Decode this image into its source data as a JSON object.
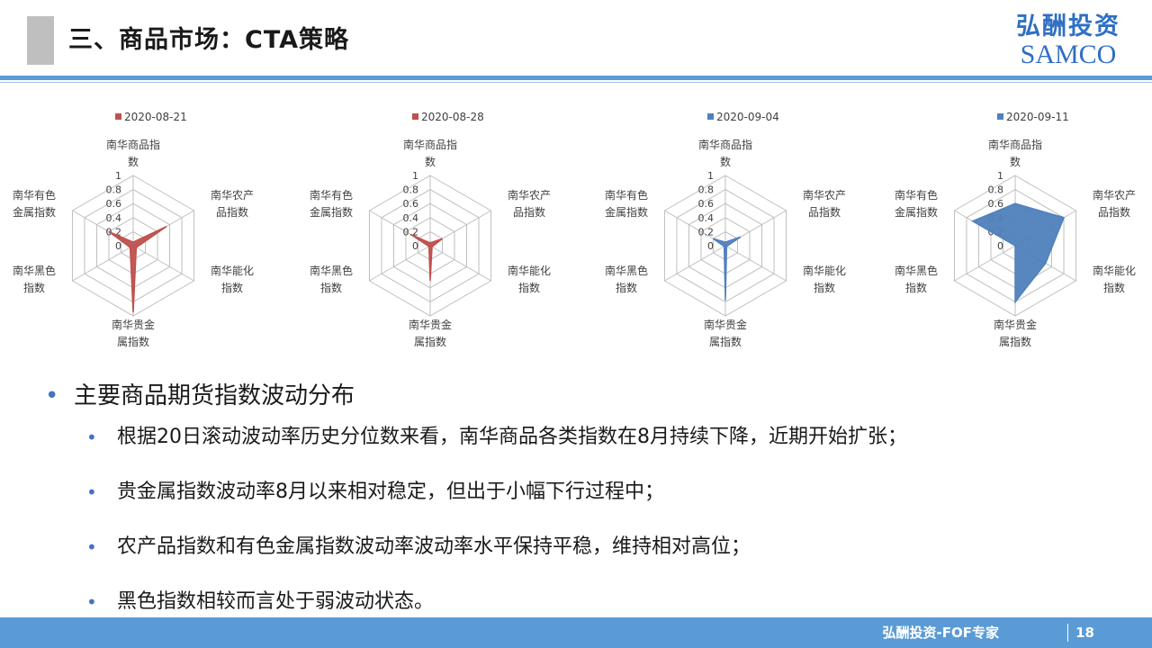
{
  "header": {
    "title": "三、商品市场：CTA策略",
    "logo_cn": "弘酬投资",
    "logo_en": "SAMCO"
  },
  "chart_data": [
    {
      "type": "radar",
      "legend": "2020-08-21",
      "color": "#c0504d",
      "categories": [
        "南华商品指数",
        "南华农产品指数",
        "南华能化指数",
        "南华贵金属指数",
        "南华黑色指数",
        "南华有色金属指数"
      ],
      "values": [
        0.05,
        0.55,
        0.05,
        0.95,
        0.05,
        0.4
      ],
      "rlim": [
        0,
        1
      ],
      "ticks": [
        "0",
        "0.2",
        "0.4",
        "0.6",
        "0.8",
        "1"
      ]
    },
    {
      "type": "radar",
      "legend": "2020-08-28",
      "color": "#c0504d",
      "categories": [
        "南华商品指数",
        "南华农产品指数",
        "南华能化指数",
        "南华贵金属指数",
        "南华黑色指数",
        "南华有色金属指数"
      ],
      "values": [
        0.04,
        0.2,
        0.03,
        0.5,
        0.02,
        0.32
      ],
      "rlim": [
        0,
        1
      ],
      "ticks": [
        "0",
        "0.2",
        "0.4",
        "0.6",
        "0.8",
        "1"
      ]
    },
    {
      "type": "radar",
      "legend": "2020-09-04",
      "color": "#4f81bd",
      "categories": [
        "南华商品指数",
        "南华农产品指数",
        "南华能化指数",
        "南华贵金属指数",
        "南华黑色指数",
        "南华有色金属指数"
      ],
      "values": [
        0.05,
        0.25,
        0.02,
        0.78,
        0.02,
        0.2
      ],
      "rlim": [
        0,
        1
      ],
      "ticks": [
        "0",
        "0.2",
        "0.4",
        "0.6",
        "0.8",
        "1"
      ]
    },
    {
      "type": "radar",
      "legend": "2020-09-11",
      "color": "#4f81bd",
      "categories": [
        "南华商品指数",
        "南华农产品指数",
        "南华能化指数",
        "南华贵金属指数",
        "南华黑色指数",
        "南华有色金属指数"
      ],
      "values": [
        0.6,
        0.8,
        0.5,
        0.8,
        0.0,
        0.7
      ],
      "rlim": [
        0,
        1
      ],
      "ticks": [
        "0",
        "0.2",
        "0.4",
        "0.6",
        "0.8",
        "1"
      ]
    }
  ],
  "bullets": {
    "main": "主要商品期货指数波动分布",
    "items": [
      "根据20日滚动波动率历史分位数来看，南华商品各类指数在8月持续下降，近期开始扩张；",
      "贵金属指数波动率8月以来相对稳定，但出于小幅下行过程中；",
      "农产品指数和有色金属指数波动率波动率水平保持平稳，维持相对高位；",
      "黑色指数相较而言处于弱波动状态。"
    ]
  },
  "footer": {
    "text": "弘酬投资-FOF专家",
    "page": "18"
  }
}
